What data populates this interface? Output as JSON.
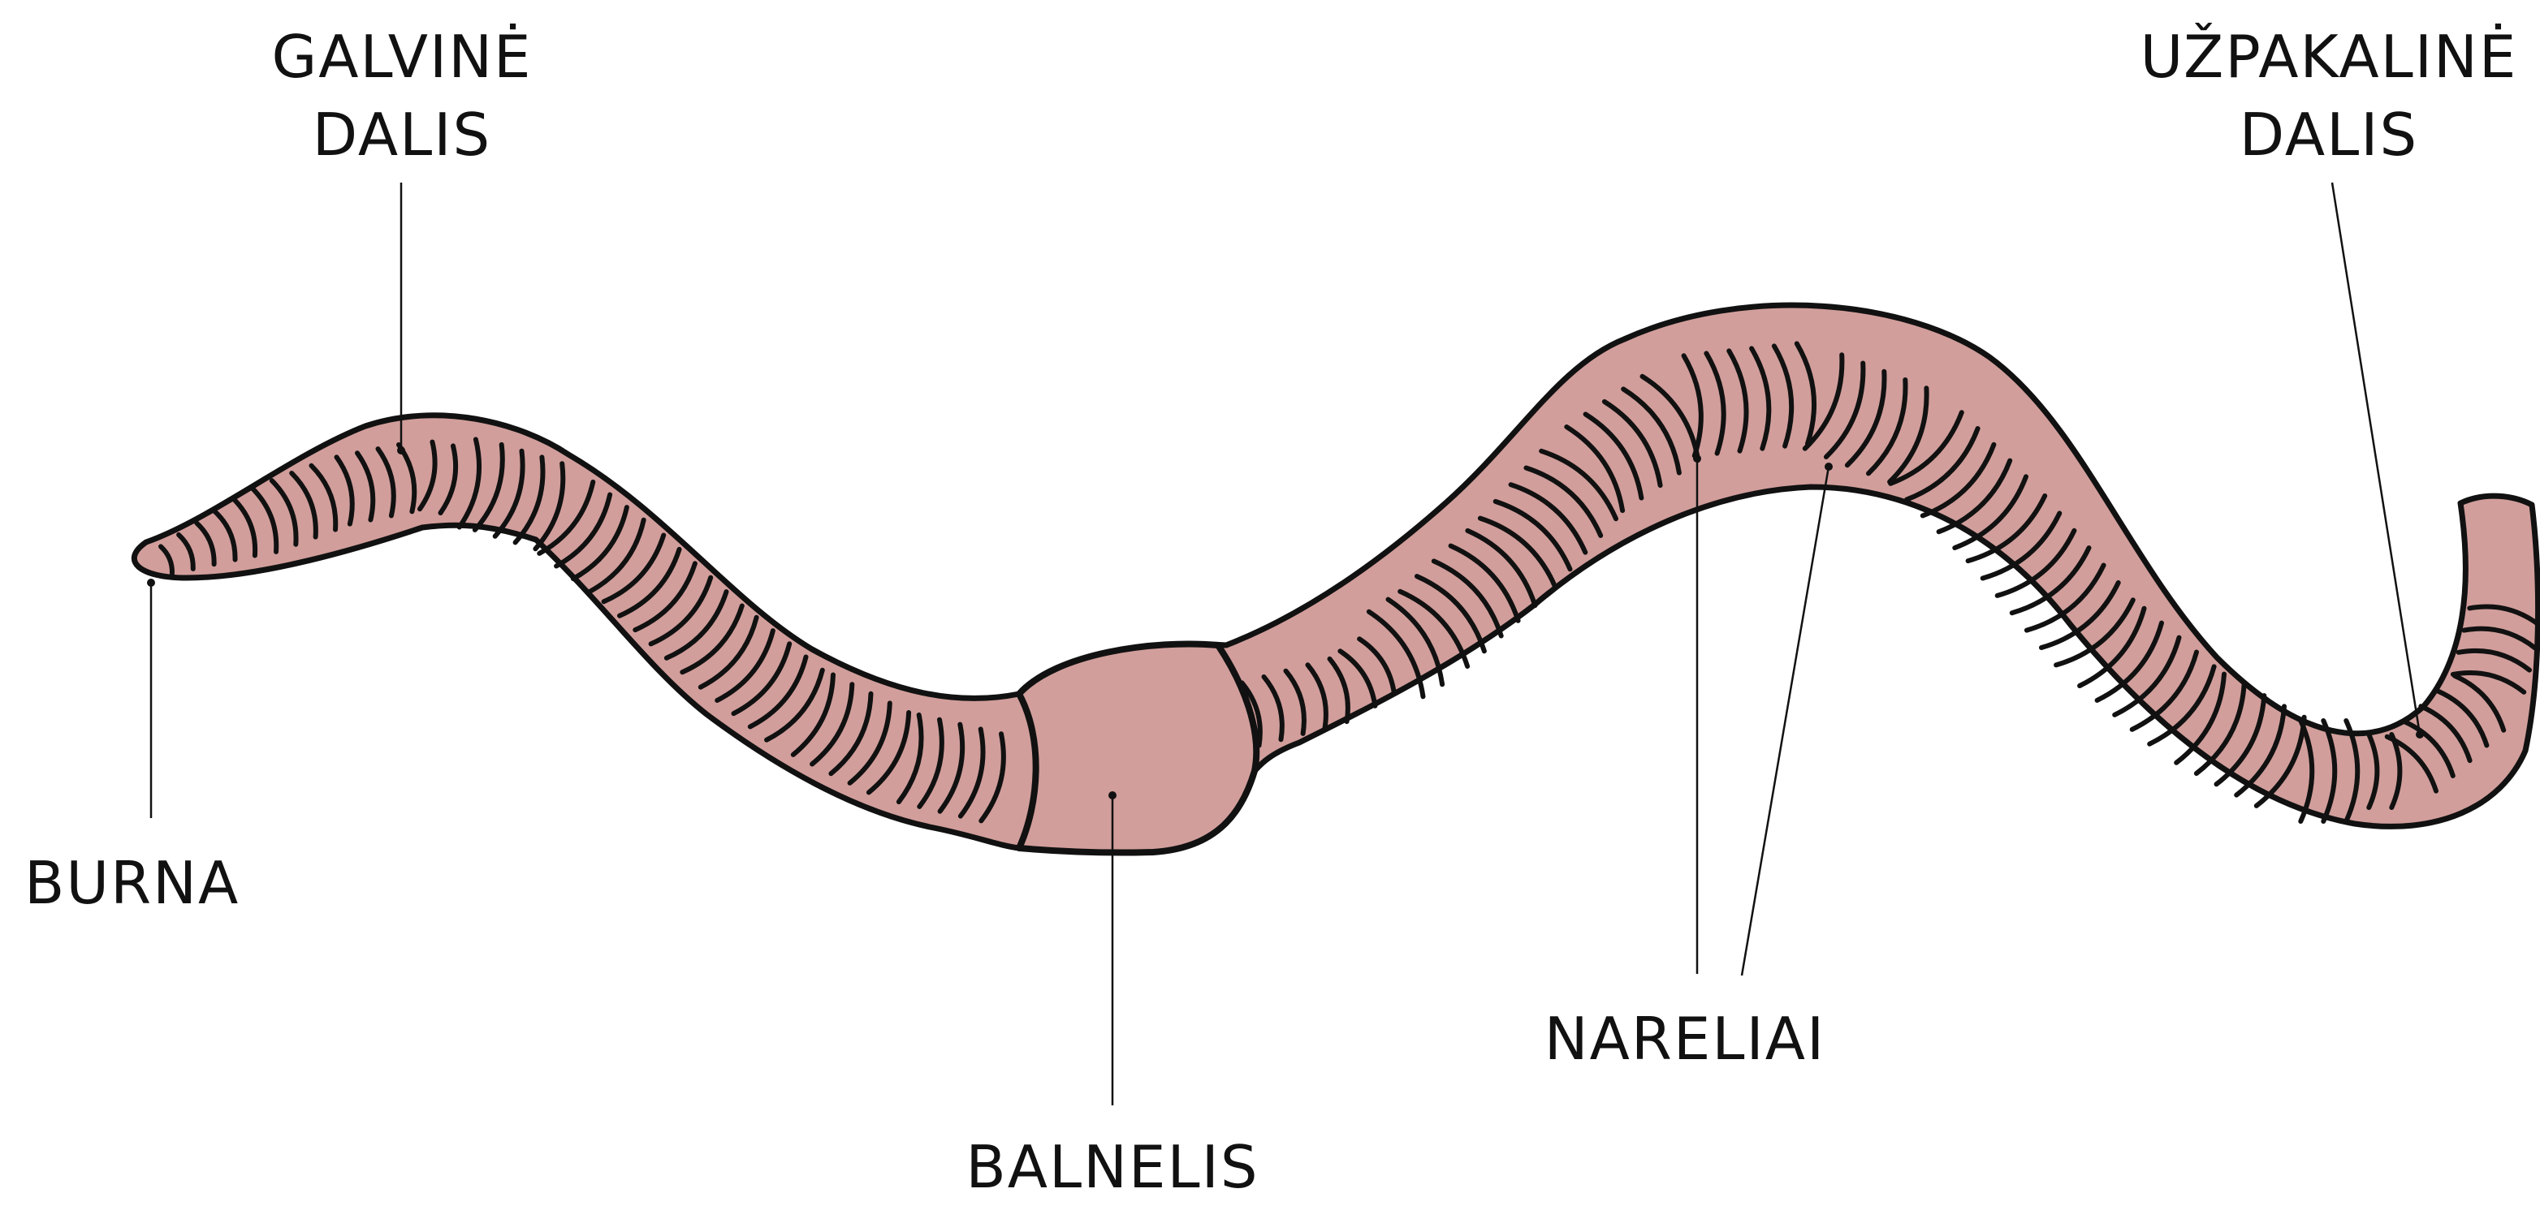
{
  "colors": {
    "body_fill": "#d19e9b",
    "outline": "#111111",
    "leader_line": "#111111",
    "text": "#111111",
    "background": "#ffffff"
  },
  "labels": {
    "head": {
      "line1": "GALVINĖ",
      "line2": "DALIS"
    },
    "tail": {
      "line1": "UŽPAKALINĖ",
      "line2": "DALIS"
    },
    "mouth": "BURNA",
    "clitellum": "BALNELIS",
    "segments": "NARELIAI"
  }
}
